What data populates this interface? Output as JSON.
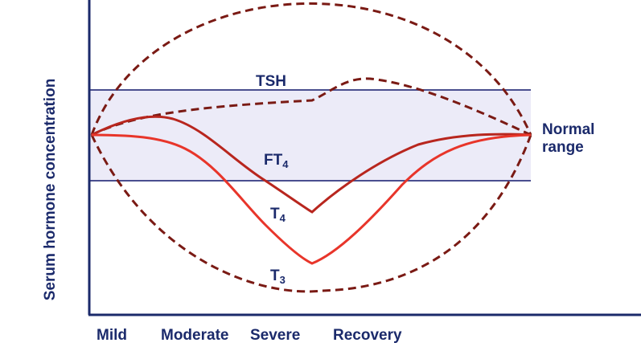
{
  "y_axis": {
    "label": "Serum hormone concentration"
  },
  "x_axis": {
    "phases": [
      "Mild",
      "Moderate",
      "Severe",
      "Recovery"
    ]
  },
  "normal_range": {
    "label_line1": "Normal",
    "label_line2": "range"
  },
  "curves": {
    "tsh": {
      "label": "TSH",
      "style": "dashed"
    },
    "ft4": {
      "label": "FT",
      "subscript": "4",
      "style": "solid"
    },
    "t4": {
      "label": "T",
      "subscript": "4",
      "style": "solid"
    },
    "t3": {
      "label": "T",
      "subscript": "3",
      "style": "dashed"
    }
  },
  "colors": {
    "text": "#1b2a6b",
    "axis": "#1b2a6b",
    "normal_band_fill": "#ecebf8",
    "normal_band_border": "#4a4f8f",
    "dashed_curve": "#7a1a14",
    "ft4_curve": "#b8261e",
    "t4_curve": "#e8352a"
  }
}
